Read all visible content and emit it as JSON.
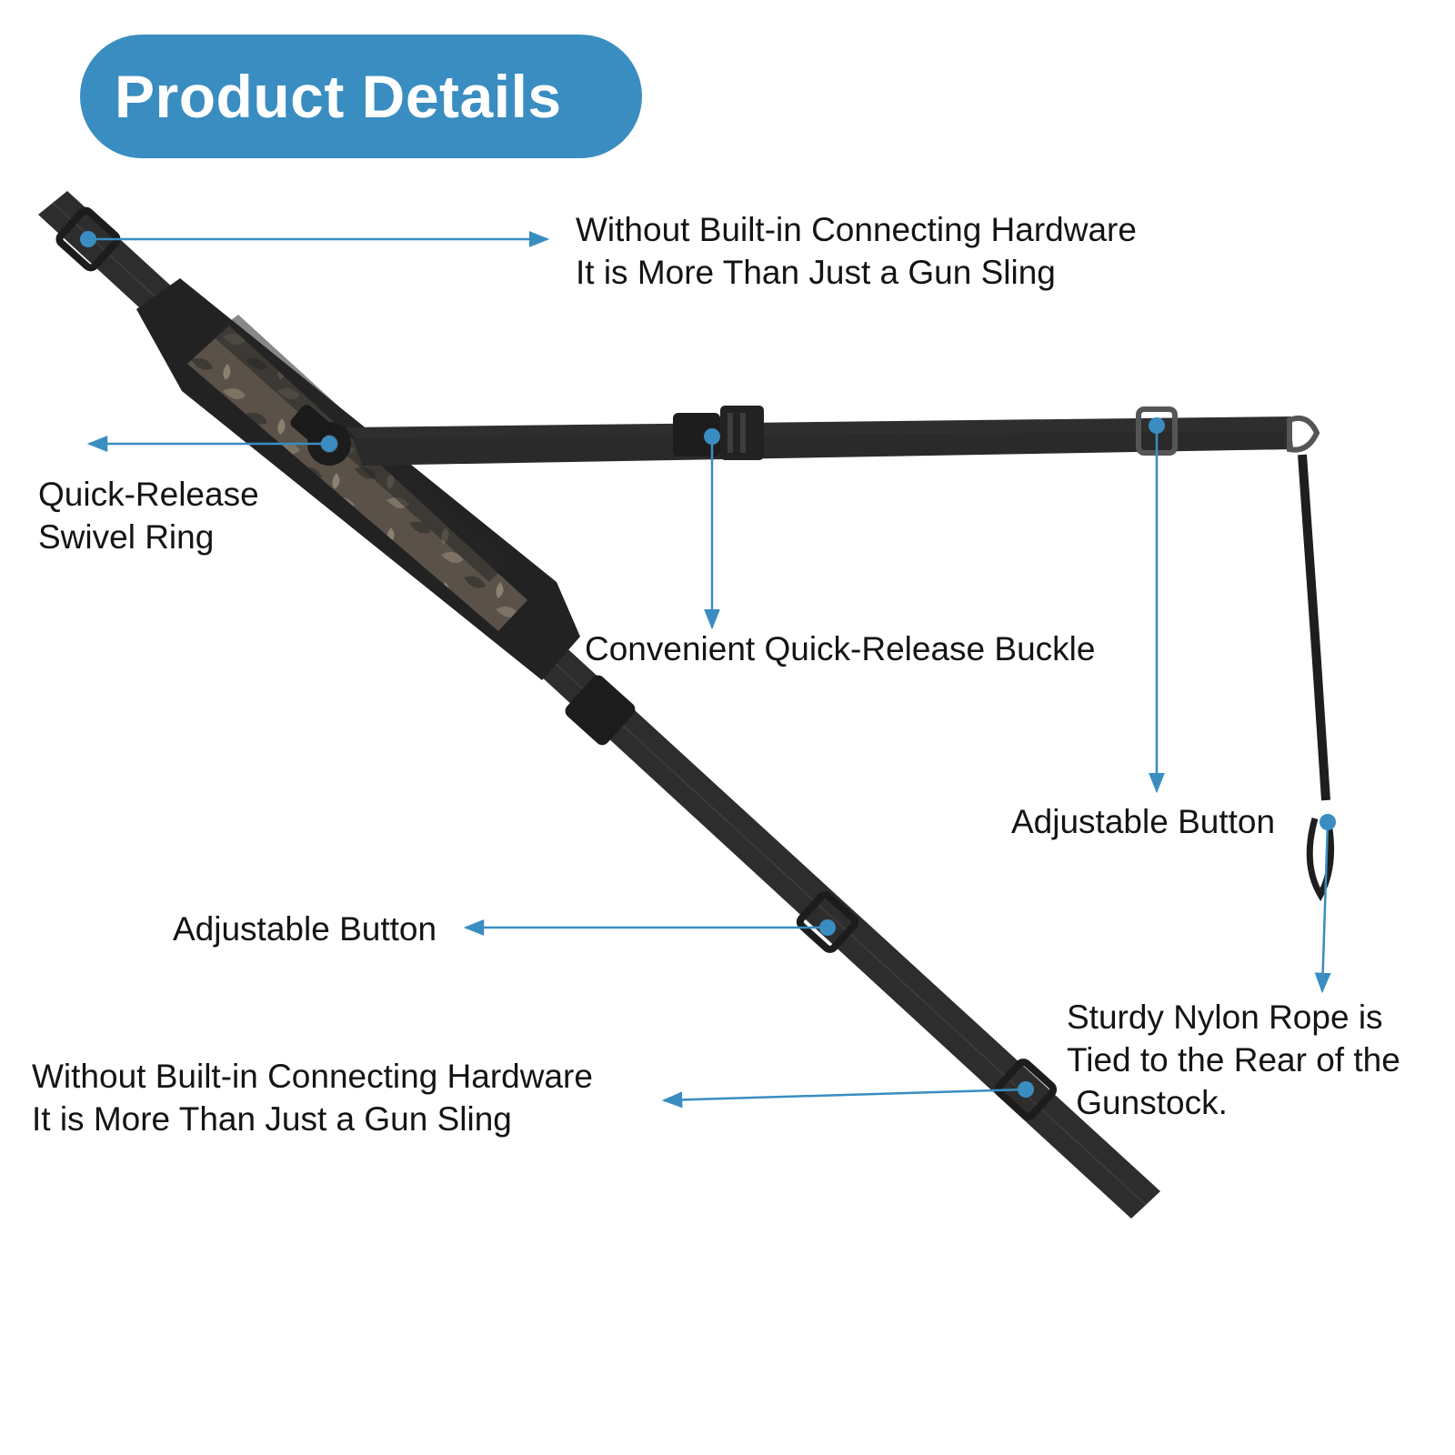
{
  "header": {
    "title": "Product Details"
  },
  "colors": {
    "accent": "#3a8dc1",
    "callout_line": "#3a8dc1",
    "strap": "#2b2b2b"
  },
  "callouts": {
    "top_end_hardware": {
      "line1": "Without Built-in Connecting Hardware",
      "line2": "It is More Than Just a Gun Sling"
    },
    "swivel_ring": {
      "line1": "Quick-Release",
      "line2": "Swivel Ring"
    },
    "quick_release_buckle": {
      "line1": "Convenient Quick-Release Buckle"
    },
    "adjustable_button_right": {
      "line1": "Adjustable Button"
    },
    "adjustable_button_left": {
      "line1": "Adjustable Button"
    },
    "nylon_rope": {
      "line1": "Sturdy Nylon Rope is",
      "line2": "Tied to the Rear of the",
      "line3": " Gunstock."
    },
    "bottom_end_hardware": {
      "line1": "Without Built-in Connecting Hardware",
      "line2": "It is More Than Just a Gun Sling"
    }
  }
}
